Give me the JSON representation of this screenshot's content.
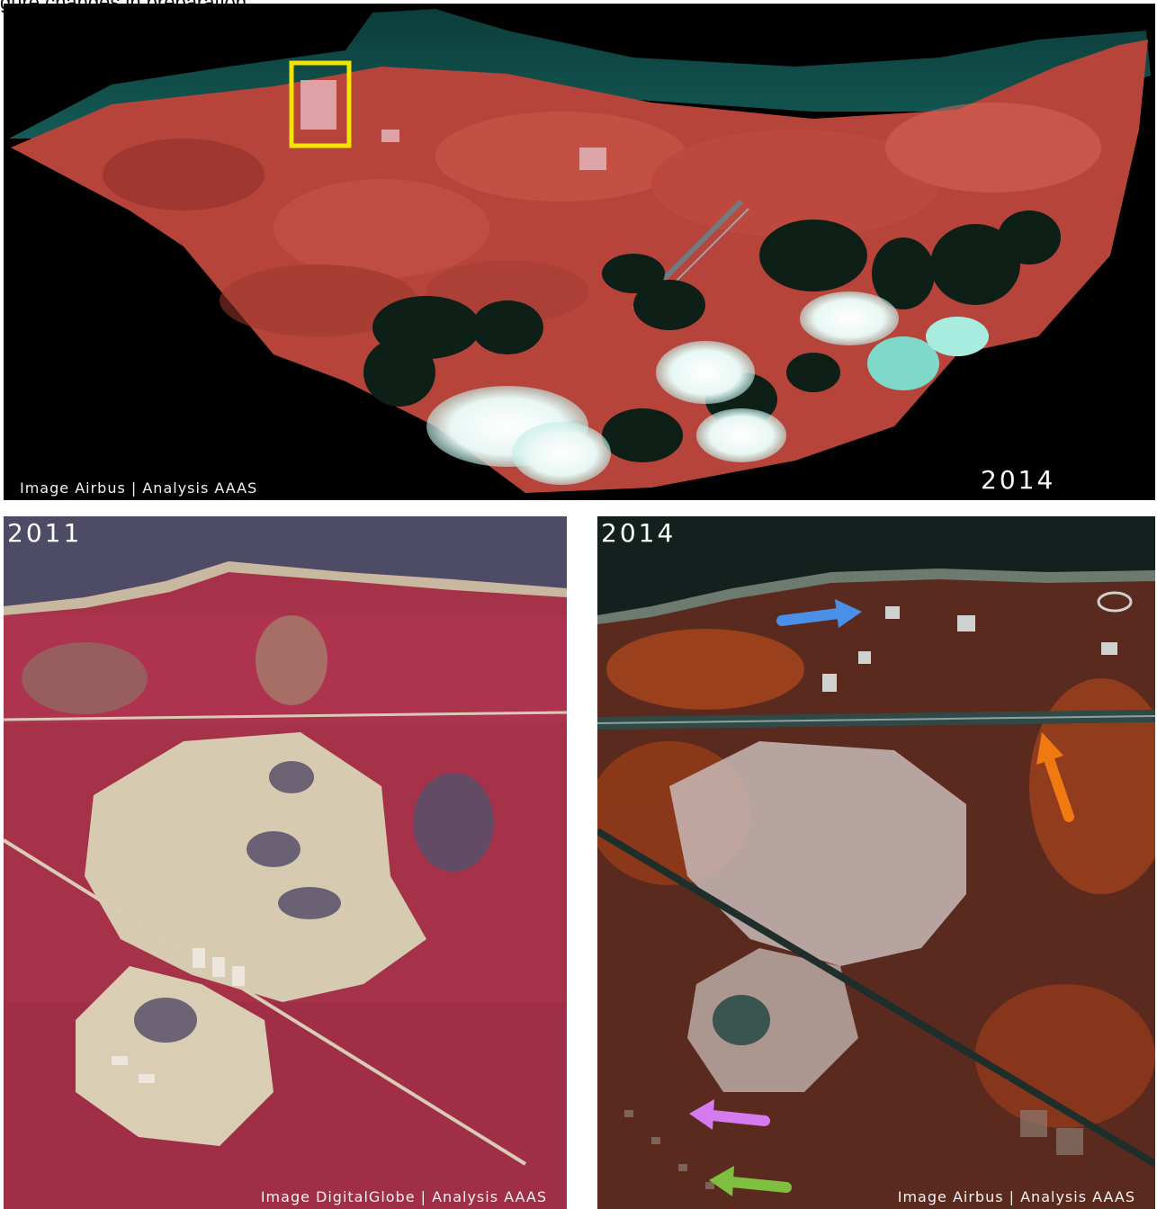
{
  "top_panel": {
    "caption": "gure changes in preparation",
    "year": "2014",
    "credit": "Image Airbus | Analysis AAAS",
    "highlight_color": "#f2e600"
  },
  "bottom_left": {
    "year": "2011",
    "credit": "Image DigitalGlobe | Analysis AAAS"
  },
  "bottom_right": {
    "year": "2014",
    "credit": "Image Airbus | Analysis AAAS",
    "arrows": [
      {
        "name": "blue-arrow",
        "color": "#4a8fe8"
      },
      {
        "name": "orange-arrow",
        "color": "#f07a12"
      },
      {
        "name": "violet-arrow",
        "color": "#d67af0"
      },
      {
        "name": "green-arrow",
        "color": "#7fbf3f"
      }
    ]
  }
}
